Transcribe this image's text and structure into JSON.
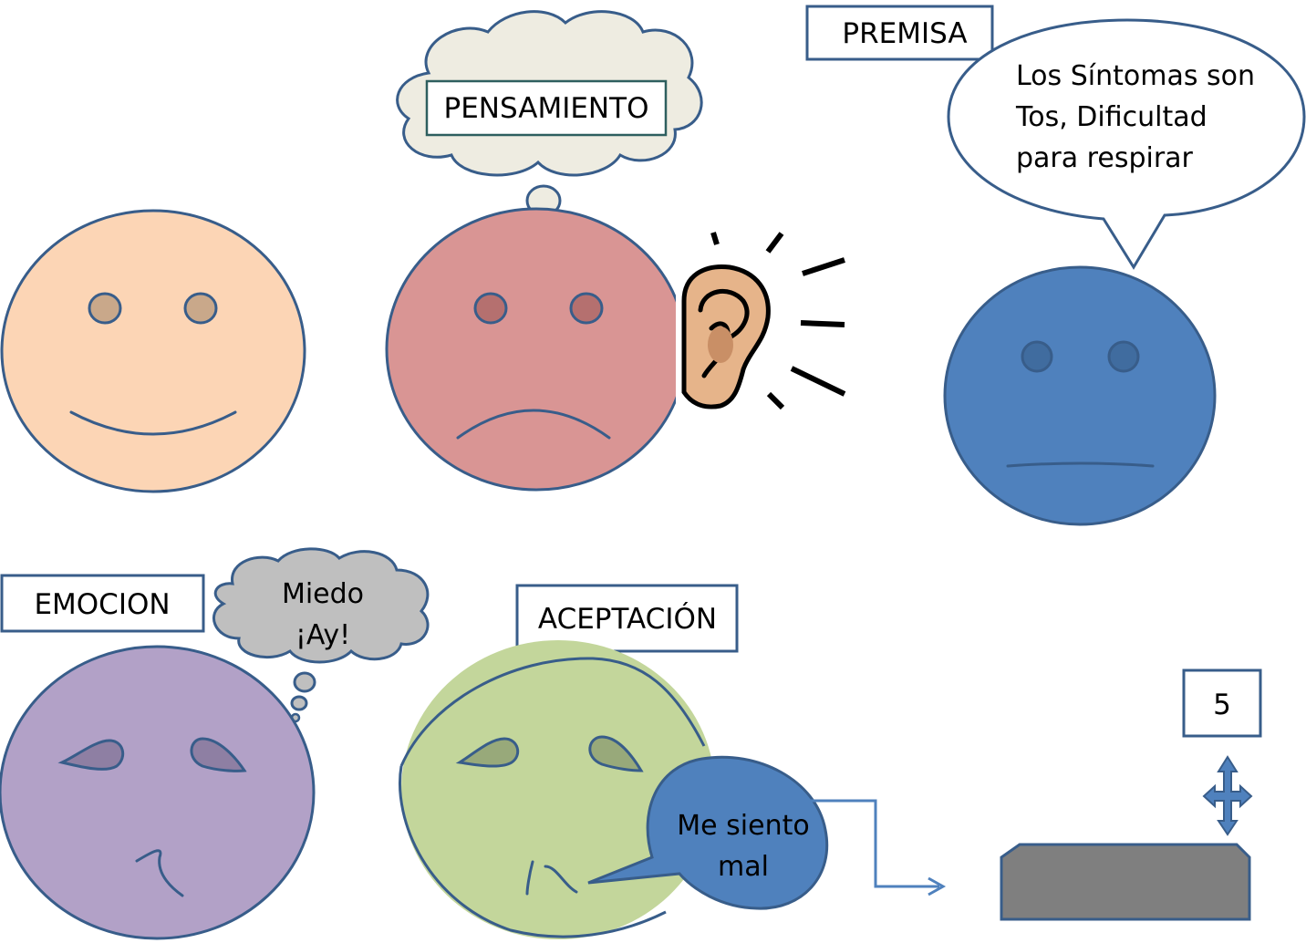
{
  "labels": {
    "pensamiento": "PENSAMIENTO",
    "premisa": "PREMISA",
    "emocion": "EMOCION",
    "aceptacion": "ACEPTACIÓN",
    "number": "5"
  },
  "premisa_bubble": {
    "line1": "Los Síntomas son",
    "line2": "Tos, Dificultad",
    "line3": "para respirar"
  },
  "emocion_cloud": {
    "line1": "Miedo",
    "line2": "¡Ay!"
  },
  "aceptacion_bubble": {
    "line1": "Me siento",
    "line2": "mal"
  },
  "colors": {
    "happy_face": "#fcd5b5",
    "sad_face": "#d99594",
    "neutral_face": "#4f81bd",
    "fear_face": "#b2a1c7",
    "accept_face": "#c3d69b",
    "outline": "#385d8a",
    "thought_cloud": "#eeece1",
    "fear_cloud": "#bfbfbf",
    "platform": "#7f7f7f",
    "ear_skin": "#e6b48a"
  }
}
